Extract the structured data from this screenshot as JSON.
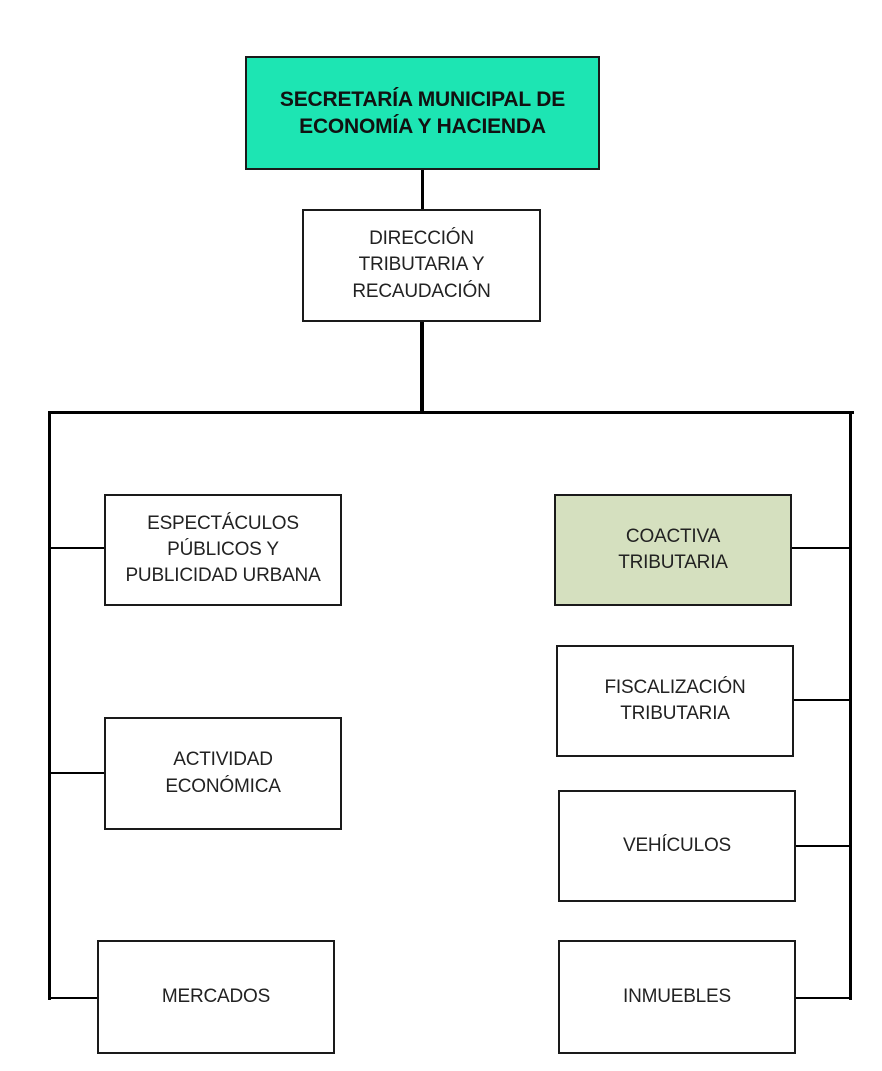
{
  "diagram": {
    "colors": {
      "top_fill": "#1de5b3",
      "highlight_fill": "#d5e0bf",
      "box_fill": "#ffffff",
      "line": "#000000"
    },
    "nodes": {
      "secretaria": {
        "label": "SECRETARÍA MUNICIPAL DE\nECONOMÍA Y HACIENDA"
      },
      "direccion": {
        "label": "DIRECCIÓN\nTRIBUTARIA Y\nRECAUDACIÓN"
      },
      "espectaculos": {
        "label": "ESPECTÁCULOS\nPÚBLICOS Y\nPUBLICIDAD URBANA"
      },
      "actividad": {
        "label": "ACTIVIDAD\nECONÓMICA"
      },
      "mercados": {
        "label": "MERCADOS"
      },
      "coactiva": {
        "label": "COACTIVA\nTRIBUTARIA"
      },
      "fiscalizacion": {
        "label": "FISCALIZACIÓN\nTRIBUTARIA"
      },
      "vehiculos": {
        "label": "VEHÍCULOS"
      },
      "inmuebles": {
        "label": "INMUEBLES"
      }
    }
  }
}
